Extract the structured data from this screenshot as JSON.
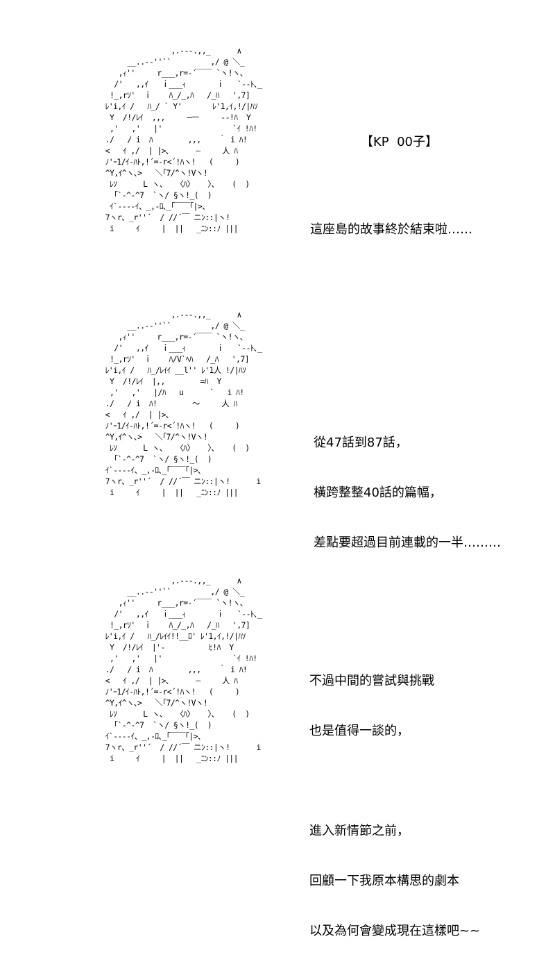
{
  "panels": [
    {
      "ascii_art": "                    ,.-‐-.,,_      ∧\n          __..-‐''``         ,/ @ ＼_\n        ,ｨ''     r___,r=‐´￣￣ `ヽ!ヽ、\n       /'   ,,ｲ   ｉ___ｨ       ｉ   `‐-ﾄ､_\n      !_,rｿ'  ｉ    ﾊ_/_,ﾊ   /_ﾊ   ',7]\n     ﾚ'i,ｲ /   ﾊ_/ ` Y'       ﾚ'1,ｲ,!/|ﾊｿ\n      Y  /!/ﾚｲ  ,,,     ―一     -‐!ﾊ  Y\n      ,'   ,'   |'                `ｲ !ﾊ!\n     ./   / i  ﾊ        ,,,    ｀ i ﾊ!\n     <   ｲ ,/  | |>､      ―     人 ﾊ\n     ﾉ'ｰ1/ｲ-ﾊﾄ,!´=-r<´!ﾊヽ!   (     )\n     ^Y,ｲ^ヽ､>   ＼｢7/^ヽ!Vヽ!\n      ﾚｿ      L ヽ、  〈ﾊ〉   〉、   (  )\n       ｢`‐^‐^7  `ヽ/ §ヽ!_(  )\n      ｲ`‐---ｲ、_,-ﾛ､_｢￣￣｢|>、\n     7ヽr、_r''´  / //´￣ ニﾝ::|ヽ!\n      i     ｲ     |  ||   _ﾆﾝ::ﾉ |||",
      "speaker": "【KP  00子】",
      "lines": [
        "這座島的故事終於結束啦……"
      ]
    },
    {
      "ascii_art": "                    ,.-‐-.,,_      ∧\n          __..-‐''``         ,/ @ ＼_\n        ,ｨ''     r___,r=‐´￣￣ `ヽ!ヽ、\n       /'   ,,ｲ   ｉ___ｨ       ｉ   `‐-ﾄ､_\n      !_,rｿ'  ｉ    ﾊ/V`ﾍﾊ   /_ﾊ   ',7]\n     ﾚ'i,ｲ /   ﾊ_/ﾚｲｲ __l'' ﾚ'1人 !/|ﾊｿ\n      Y  /!/ﾚｲ  |,,        =ﾊ  Y\n      ,'   ,'   |/ﾊ   u      `   i ﾊ!\n     ./   / i  ﾊ!        ～     人 ﾊ\n     <   ｲ ,/  | |>､             \n     ﾉ'ｰ1/ｲ-ﾊﾄ,!´=-r<´!ﾊヽ!   (     )\n     ^Y,ｲ^ヽ､>   ＼｢7/^ヽ!Vヽ!\n      ﾚｿ      L ヽ、  〈ﾊ〉   〉、   (  )\n       ｢`‐^‐^7  `ヽ/ §ヽ!_(  )\n     ｲ`‐---ｲ、_,-ﾛ､_｢￣￣｢|>、\n     7ヽr、_r''´  / //´￣ ニﾝ::|ヽ!      i\n      i     ｲ     |  ||   _ﾆﾝ::ﾉ |||",
      "lines": [
        "從47話到87話，",
        "橫跨整整40話的篇幅，",
        "差點要超過目前連載的一半………"
      ]
    },
    {
      "ascii_art": "                    ,.-‐-.,,_      ∧\n          __..-‐''``         ,/ @ ＼_\n        ,ｨ''     r___,r=‐´￣￣ `ヽ!ヽ、\n       /'   ,,ｲ   ｉ___ｨ       ｉ   `‐-ﾄ､_\n      !_,rｿ'  ｉ    ﾊ_/_,ﾊ   /_ﾊ   ',7]\n     ﾚ'i,ｲ /   ﾊ_/ﾚｲｲ!!__ﾛ' ﾚ'1,ｲ,!/|ﾊｿ\n      Y  /!/ﾚｲ  |'‐          ﾋ!ﾊ  Y\n      ,'   ,'   |'                `ｲ !ﾊ!\n     ./   / i  ﾊ        ,,,    ｀ i ﾊ!\n     <   ｲ ,/  | |>､      ―     人 ﾊ\n     ﾉ'ｰ1/ｲ-ﾊﾄ,!´=-r<´!ﾊヽ!   (     )\n     ^Y,ｲ^ヽ､>   ＼｢7/^ヽ!Vヽ!\n      ﾚｿ      L ヽ、  〈ﾊ〉   〉、   (  )\n       ｢`‐^‐^7  `ヽ/ §ヽ!_(  )\n     ｲ`‐---ｲ、_,-ﾛ､_｢￣￣｢|>、\n     7ヽr、_r''´  / //´￣ ニﾝ::|ヽ!      i\n      i     ｲ     |  ||   _ﾆﾝ::ﾉ |||",
      "lines": [
        "不過中間的嘗試與挑戰",
        "也是值得一談的，",
        "",
        "進入新情節之前，",
        "回顧一下我原本構思的劇本",
        "以及為何會變成現在這樣吧~~"
      ]
    }
  ]
}
